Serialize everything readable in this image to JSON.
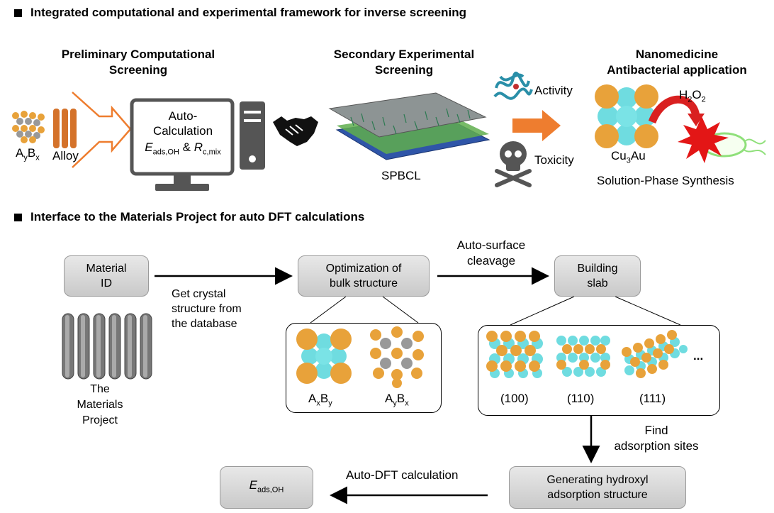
{
  "section1": {
    "title": "Integrated computational and experimental framework for inverse screening",
    "prelim_heading": [
      "Preliminary Computational",
      "Screening"
    ],
    "secondary_heading": [
      "Secondary Experimental",
      "Screening"
    ],
    "nano_heading": [
      "Nanomedicine",
      "Antibacterial application"
    ],
    "aybx": {
      "A": "A",
      "y": "y",
      "B": "B",
      "x": "x"
    },
    "alloy": "Alloy",
    "auto_calc": [
      "Auto-",
      "Calculation"
    ],
    "eads_E": "E",
    "eads_sub": "ads,OH",
    "amp": "&",
    "rc_R": "R",
    "rc_sub": "c,mix",
    "spbcl": "SPBCL",
    "activity": "Activity",
    "toxicity": "Toxicity",
    "h2o2": {
      "H": "H",
      "s1": "2",
      "O": "O",
      "s2": "2"
    },
    "cu3au": {
      "Cu": "Cu",
      "s": "3",
      "Au": "Au"
    },
    "synthesis": "Solution-Phase Synthesis"
  },
  "section2": {
    "title": "Interface to the Materials Project for auto DFT calculations",
    "material_id": [
      "Material",
      "ID"
    ],
    "get_crystal": [
      "Get crystal",
      "structure from",
      "the database"
    ],
    "materials_project": [
      "The",
      "Materials",
      "Project"
    ],
    "optimization": [
      "Optimization of",
      "bulk structure"
    ],
    "auto_surface": [
      "Auto-surface",
      "cleavage"
    ],
    "building_slab": [
      "Building",
      "slab"
    ],
    "axby": {
      "A": "A",
      "x": "x",
      "B": "B",
      "y": "y"
    },
    "aybx": {
      "A": "A",
      "y": "y",
      "B": "B",
      "x": "x"
    },
    "facets": [
      "(100)",
      "(110)",
      "(111)"
    ],
    "ellipsis": "...",
    "find_sites": [
      "Find",
      "adsorption sites"
    ],
    "generating": [
      "Generating hydroxyl",
      "adsorption structure"
    ],
    "auto_dft": "Auto-DFT calculation",
    "eads_E": "E",
    "eads_sub": "ads,OH"
  },
  "colors": {
    "orange": "#e8a23a",
    "cyan": "#6fdce0",
    "gray": "#a8a8a8",
    "arrow_orange": "#ee7d2f",
    "red": "#d92020",
    "spbcl_blue": "#2f55a8"
  }
}
